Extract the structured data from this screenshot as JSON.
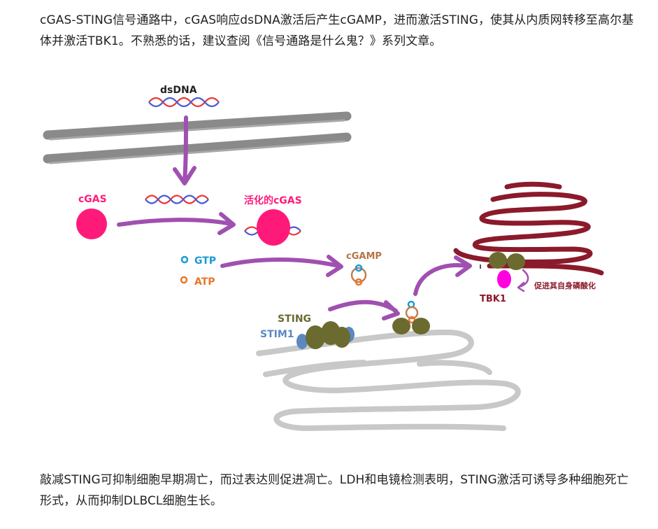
{
  "article": {
    "paragraph_1": "cGAS-STING信号通路中，cGAS响应dsDNA激活后产生cGAMP，进而激活STING，使其从内质网转移至高尔基体并激活TBK1。不熟悉的话，建议查阅《信号通路是什么鬼？》系列文章。",
    "paragraph_2": "敲减STING可抑制细胞早期凋亡，而过表达则促进凋亡。LDH和电镜检测表明，STING激活可诱导多种细胞死亡形式，从而抑制DLBCL细胞生长。"
  },
  "diagram": {
    "labels": {
      "dsdna": "dsDNA",
      "cgas": "cGAS",
      "activated_cgas": "活化的cGAS",
      "gtp": "GTP",
      "atp": "ATP",
      "cgamp": "cGAMP",
      "sting": "STING",
      "stim1": "STIM1",
      "tbk1": "TBK1",
      "autophosphorylation": "促进其自身磷酸化"
    },
    "colors": {
      "membrane_gray": "#8a8a8a",
      "er_gray": "#c8c8c8",
      "golgi_red": "#8b1a2b",
      "arrow_purple": "#a050b0",
      "cgas_pink": "#ff1a7a",
      "tbk1_magenta": "#ff00e0",
      "sting_olive": "#6b6b30",
      "stim1_blue": "#5b88c0",
      "gtp_blue": "#1a9ad6",
      "atp_orange": "#e8772b",
      "dna_red": "#e83a3a",
      "dna_blue": "#4a5ad6"
    }
  }
}
